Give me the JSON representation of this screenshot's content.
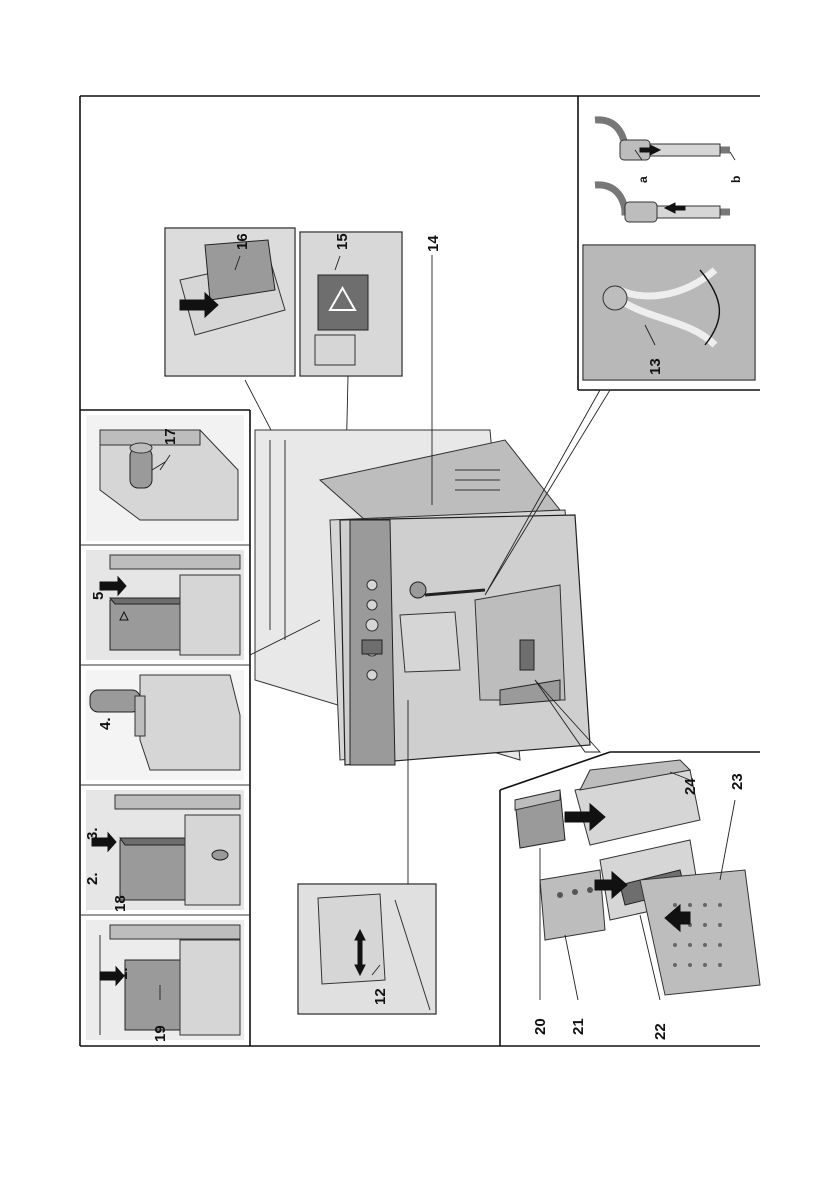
{
  "callouts": {
    "c1": "1.",
    "c2": "2.",
    "c3": "3.",
    "c4": "4.",
    "c5": "5.",
    "c12": "12",
    "c13": "13",
    "c14": "14",
    "c15": "15",
    "c16": "16",
    "c17": "17",
    "c18": "18",
    "c19": "19",
    "c20": "20",
    "c21": "21",
    "c22": "22",
    "c23": "23",
    "c24": "24",
    "ca": "a",
    "cb": "b"
  },
  "icons": {
    "warning": "warning-triangle-icon",
    "direction": "arrow-icon"
  }
}
